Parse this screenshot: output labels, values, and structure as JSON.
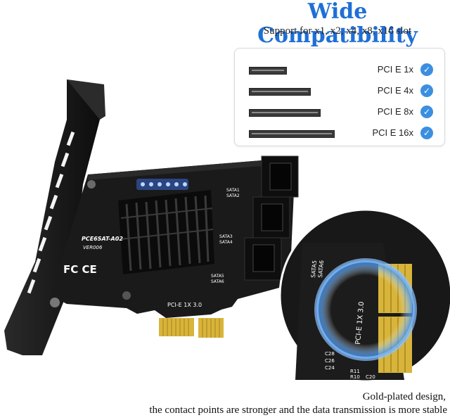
{
  "heading": {
    "title": "Wide Compatibility",
    "subtitle": "Support for x1, x2, x4, x8, x16 slot"
  },
  "slots": [
    {
      "label": "PCI E 1x",
      "check_icon": "check-circle-icon"
    },
    {
      "label": "PCI E 4x",
      "check_icon": "check-circle-icon"
    },
    {
      "label": "PCI E 8x",
      "check_icon": "check-circle-icon"
    },
    {
      "label": "PCI E 16x",
      "check_icon": "check-circle-icon"
    }
  ],
  "card": {
    "model": "PCE6SAT-A02",
    "version": "VER006",
    "interface": "PCI-E 1X 3.0",
    "port_labels": [
      "SATA1",
      "SATA2",
      "SATA3",
      "SATA4",
      "SATA5",
      "SATA6"
    ],
    "cert_marks": "FC CE",
    "led_color": "#3d7bff",
    "board_color": "#1a1a1a",
    "gold_color": "#d8b43a"
  },
  "zoom": {
    "interface": "PCI-E 1X 3.0",
    "port_labels": [
      "SATA5",
      "SATA6"
    ],
    "component_labels": [
      "C28",
      "C26",
      "C24",
      "R11",
      "R10",
      "C20"
    ]
  },
  "captions": {
    "line1": "Gold-plated design,",
    "line2": "the contact points are stronger and the data transmission is more stable"
  },
  "colors": {
    "accent": "#1f6fd6",
    "check": "#3b8fe0"
  }
}
